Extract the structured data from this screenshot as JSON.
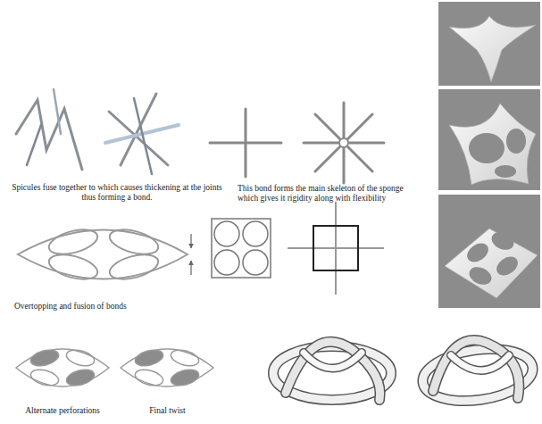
{
  "diagram": {
    "labels": [
      "Spicules fuse together to which causes thickening at the joints thus forming a bond.",
      "This bond forms the main skeleton of the sponge which gives it rigidity along with flexibility",
      "Overtopping and fusion of bonds",
      "Alternate perforations",
      "Final twist"
    ]
  }
}
